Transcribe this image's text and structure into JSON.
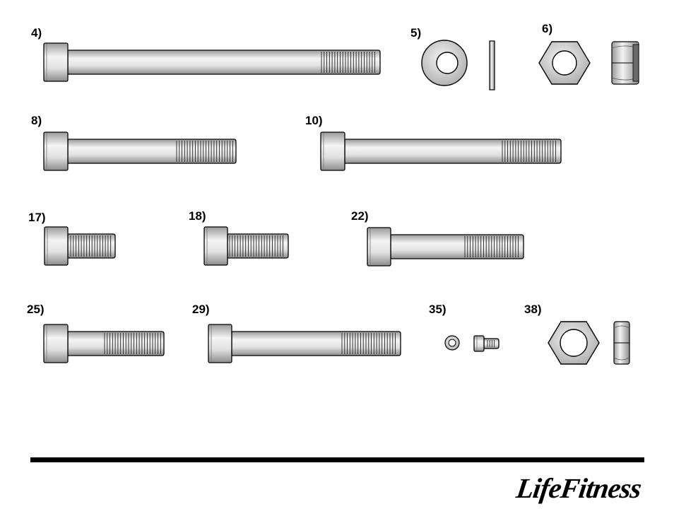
{
  "parts": [
    {
      "id": "part-4",
      "label": "4)",
      "kind": "bolt",
      "length": "long",
      "threaded": "partial"
    },
    {
      "id": "part-5",
      "label": "5)",
      "kind": "washer"
    },
    {
      "id": "part-6",
      "label": "6)",
      "kind": "nut"
    },
    {
      "id": "part-8",
      "label": "8)",
      "kind": "bolt",
      "length": "medium",
      "threaded": "partial"
    },
    {
      "id": "part-10",
      "label": "10)",
      "kind": "bolt",
      "length": "medium",
      "threaded": "partial"
    },
    {
      "id": "part-17",
      "label": "17)",
      "kind": "bolt",
      "length": "short",
      "threaded": "full"
    },
    {
      "id": "part-18",
      "label": "18)",
      "kind": "bolt",
      "length": "short",
      "threaded": "full"
    },
    {
      "id": "part-22",
      "label": "22)",
      "kind": "bolt",
      "length": "medium",
      "threaded": "partial"
    },
    {
      "id": "part-25",
      "label": "25)",
      "kind": "bolt",
      "length": "short",
      "threaded": "partial"
    },
    {
      "id": "part-29",
      "label": "29)",
      "kind": "bolt",
      "length": "medium",
      "threaded": "partial"
    },
    {
      "id": "part-35",
      "label": "35)",
      "kind": "small-nut-and-screw"
    },
    {
      "id": "part-38",
      "label": "38)",
      "kind": "nut"
    }
  ],
  "brand": {
    "logo_text": "LifeFitness"
  }
}
